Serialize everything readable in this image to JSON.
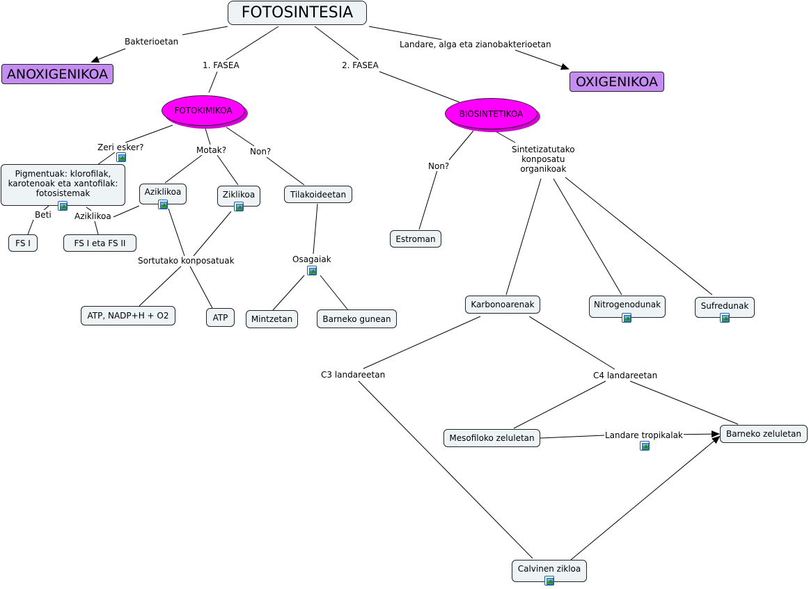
{
  "title": "FOTOSINTESIA",
  "nodes": {
    "anoxigenikoa": "ANOXIGENIKOA",
    "oxigenikoa": "OXIGENIKOA",
    "fotokimikoa": "FOTOKIMIKOA",
    "biosintetikoa": "BIOSINTETIKOA",
    "pigmentuak": "Pigmentuak: klorofilak, karotenoak eta xantofilak: fotosistemak",
    "aziklikoa": "Aziklikoa",
    "ziklikoa": "Ziklikoa",
    "tilakoideetan": "Tilakoideetan",
    "fs1": "FS I",
    "fs1_2": "FS I eta FS  II",
    "atp_nadph": "ATP, NADP+H + O2",
    "atp": "ATP",
    "mintzetan": "Mintzetan",
    "barneko_gunean": "Barneko gunean",
    "estroman": "Estroman",
    "karbonoarenak": "Karbonoarenak",
    "nitrogenodunak": "Nitrogenodunak",
    "sufredunak": "Sufredunak",
    "mesofiloko": "Mesofiloko zeluletan",
    "barneko_zeluletan": "Barneko zeluletan",
    "calvinen": "Calvinen zikloa"
  },
  "labels": {
    "bakterioetan": "Bakterioetan",
    "landare": "Landare, alga eta zianobakterioetan",
    "fasea1": "1. FASEA",
    "fasea2": "2. FASEA",
    "zeri_esker": "Zeri esker?",
    "motak": "Motak?",
    "non1": "Non?",
    "non2": "Non?",
    "sintetizatutako_1": "Sintetizatutako",
    "sintetizatutako_2": "konposatu",
    "sintetizatutako_3": "organikoak",
    "beti": "Beti",
    "aziklikoa_lbl": "Aziklikoa",
    "sortutako": "Sortutako konposatuak",
    "osagaiak": "Osagaiak",
    "c3": "C3 landareetan",
    "c4": "C4 landareetan",
    "tropikalak": "Landare tropikalak"
  },
  "colors": {
    "oval_fill": "#ff00ff",
    "purple_fill": "#c58cf2",
    "node_fill": "#eef3f5",
    "line": "#000000"
  }
}
